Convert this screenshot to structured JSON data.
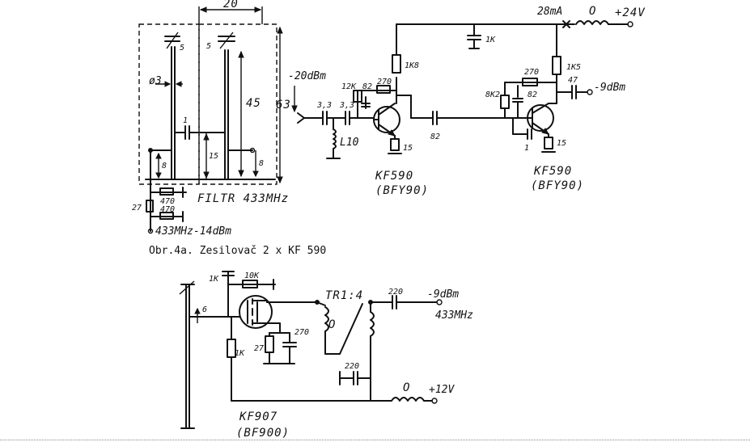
{
  "caption": "Obr.4a. Zesilovač 2 x KF 590",
  "filter": {
    "title": "FILTR 433MHz",
    "dim_top": "20",
    "dim_height": "45",
    "dim_diameter": "ø3",
    "dim_15": "15",
    "dim_8a": "8",
    "dim_8b": "8",
    "cap_5a": "5",
    "cap_5b": "5",
    "cap_1": "1",
    "dim_63": "63",
    "r_27": "27",
    "r_470a": "470",
    "r_470b": "470",
    "input": "433MHz-14dBm"
  },
  "stage1": {
    "input_level": "-20dBm",
    "c_3a": "3,3",
    "c_3b": "3,3",
    "l10": "L10",
    "r_12k": "12K",
    "r_82": "82",
    "r_270": "270",
    "r_1k8": "1K8",
    "r_15": "15",
    "c_82": "82",
    "transistor": "KF590",
    "equiv": "(BFY90)"
  },
  "stage2": {
    "current": "28mA",
    "choke": "O",
    "supply": "+24V",
    "c_1k": "1K",
    "r_270": "270",
    "r_1k5": "1K5",
    "c_47": "47",
    "output": "-9dBm",
    "r_8k2": "8K2",
    "c_82": "82",
    "c_1": "1",
    "r_15": "15",
    "transistor": "KF590",
    "equiv": "(BFY90)"
  },
  "stage3": {
    "c_1k": "1K",
    "r_10k": "10K",
    "tap_6": "6",
    "transformer": "TR1:4",
    "coil": "O",
    "c_220a": "220",
    "output": "-9dBm",
    "freq": "433MHz",
    "r_1k": "1K",
    "r_27": "27",
    "c_270": "270",
    "c_220b": "220",
    "choke": "O",
    "supply": "+12V",
    "transistor": "KF907",
    "equiv": "(BF900)"
  }
}
